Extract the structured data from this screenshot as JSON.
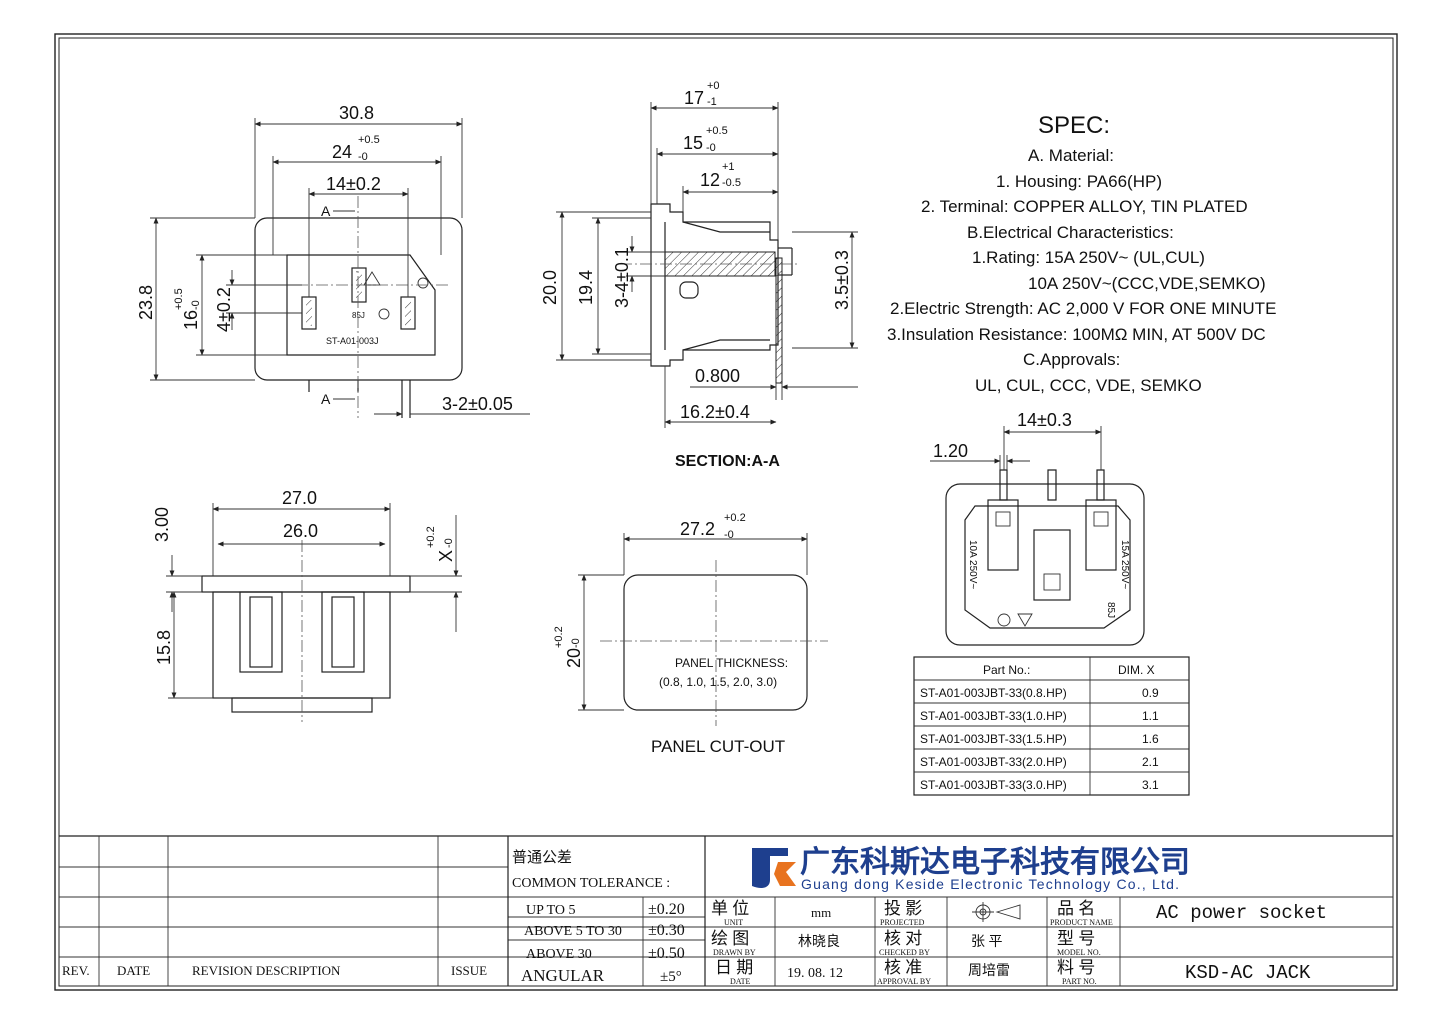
{
  "front_view": {
    "dims": {
      "width_overall": "30.8",
      "width_24": "24",
      "width_24_tol": "+0.5",
      "width_24_tol2": "-0",
      "pin_span": "14±0.2",
      "height_overall": "23.8",
      "height_16": "16",
      "height_16_tol": "+0.5",
      "height_16_tol2": "-0",
      "pin_offset": "4±0.2",
      "pin_width": "3-2±0.05"
    },
    "section_mark_top": "A",
    "section_mark_bottom": "A",
    "body_marking": "ST-A01-003J",
    "emboss_text": "85J"
  },
  "section_view": {
    "title": "SECTION:A-A",
    "dims": {
      "d17": "17",
      "d17_tol": "+0",
      "d17_tol2": "-1",
      "d15": "15",
      "d15_tol": "+0.5",
      "d15_tol2": "-0",
      "d12": "12",
      "d12_tol": "+1",
      "d12_tol2": "-0.5",
      "d20": "20.0",
      "d19": "19.4",
      "d3_4": "3-4±0.1",
      "d3_5": "3.5±0.3",
      "d0_8": "0.800",
      "d16_2": "16.2±0.4"
    }
  },
  "spec": {
    "title": "SPEC:",
    "lines": [
      "A. Material:",
      "1.  Housing: PA66(HP)",
      "2.  Terminal: COPPER ALLOY, TIN PLATED",
      "B.Electrical Characteristics:",
      "1.Rating:  15A 250V~ (UL,CUL)",
      "10A 250V~(CCC,VDE,SEMKO)",
      "2.Electric Strength: AC 2,000 V FOR ONE MINUTE",
      "3.Insulation Resistance: 100MΩ MIN, AT 500V DC",
      "C.Approvals:",
      "UL, CUL, CCC, VDE, SEMKO"
    ]
  },
  "side_view": {
    "dims": {
      "d27": "27.0",
      "d26": "26.0",
      "d3": "3.00",
      "d15_8": "15.8",
      "dx": "X",
      "dx_tol": "+0.2",
      "dx_tol2": "-0"
    }
  },
  "cutout": {
    "title": "PANEL CUT-OUT",
    "width": "27.2",
    "width_tol": "+0.2",
    "width_tol2": "-0",
    "height": "20",
    "height_tol": "+0.2",
    "height_tol2": "-0",
    "note_line1": "PANEL THICKNESS:",
    "note_line2": "(0.8, 1.0, 1.5, 2.0, 3.0)"
  },
  "rear_view": {
    "dims": {
      "span": "14±0.3",
      "pin": "1.20"
    },
    "label_left": "10A 250V~",
    "label_right": "15A 250V~",
    "label_code": "85J"
  },
  "part_table": {
    "headers": [
      "Part No.:",
      "DIM. X"
    ],
    "rows": [
      [
        "ST-A01-003JBT-33(0.8.HP)",
        "0.9"
      ],
      [
        "ST-A01-003JBT-33(1.0.HP)",
        "1.1"
      ],
      [
        "ST-A01-003JBT-33(1.5.HP)",
        "1.6"
      ],
      [
        "ST-A01-003JBT-33(2.0.HP)",
        "2.1"
      ],
      [
        "ST-A01-003JBT-33(3.0.HP)",
        "3.1"
      ]
    ]
  },
  "title_block": {
    "rev_headers": [
      "REV.",
      "DATE",
      "REVISION  DESCRIPTION",
      "ISSUE"
    ],
    "tolerance_cn": "普通公差",
    "tolerance_en": "COMMON TOLERANCE :",
    "tolerance_rows": [
      [
        "UP TO 5",
        "±0.20"
      ],
      [
        "ABOVE 5 TO 30",
        "±0.30"
      ],
      [
        "ABOVE 30",
        "±0.50"
      ],
      [
        "ANGULAR",
        "±5°"
      ]
    ],
    "company_cn": "广东科斯达电子科技有限公司",
    "company_en": "Guang dong Keside  Electronic Technology Co., Ltd.",
    "unit_cn": "单 位",
    "unit_en": "UNIT",
    "unit_value": "mm",
    "drawn_cn": "绘 图",
    "drawn_en": "DRAWN  BY",
    "drawn_value": "林晓良",
    "date_cn": "日 期",
    "date_en": "DATE",
    "date_value": "19. 08. 12",
    "projected_cn": "投 影",
    "projected_en": "PROJECTED",
    "checked_cn": "核 对",
    "checked_en": "CHECKED  BY",
    "checked_value": "张 平",
    "approval_cn": "核 准",
    "approval_en": "APPROVAL  BY",
    "approval_value": "周培雷",
    "product_cn": "品 名",
    "product_en": "PRODUCT NAME",
    "product_value": "AC power socket",
    "model_cn": "型 号",
    "model_en": "MODEL  NO.",
    "part_cn": "料 号",
    "part_en": "PART  NO.",
    "part_value": "KSD-AC  JACK"
  }
}
